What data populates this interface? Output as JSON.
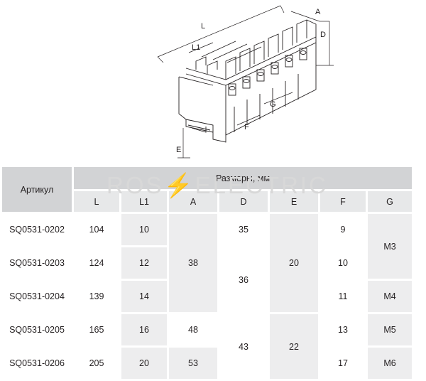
{
  "drawing": {
    "labels": {
      "L": "L",
      "L1": "L1",
      "A": "A",
      "D": "D",
      "G": "G",
      "F": "F",
      "E": "E"
    }
  },
  "watermark": {
    "left": "ROS",
    "right": "ELECTRIC"
  },
  "table": {
    "article_header": "Артикул",
    "dimensions_header": "Размеры, мм",
    "columns": [
      "L",
      "L1",
      "A",
      "D",
      "E",
      "F",
      "G"
    ],
    "rows": [
      {
        "article": "SQ0531-0202",
        "L": "104",
        "L1": "10",
        "F": "9"
      },
      {
        "article": "SQ0531-0203",
        "L": "124",
        "L1": "12",
        "F": "10"
      },
      {
        "article": "SQ0531-0204",
        "L": "139",
        "L1": "14",
        "F": "11"
      },
      {
        "article": "SQ0531-0205",
        "L": "165",
        "L1": "16",
        "F": "13"
      },
      {
        "article": "SQ0531-0206",
        "L": "205",
        "L1": "20",
        "F": "17"
      }
    ],
    "merged": {
      "A_0202_0204": "38",
      "A_0205": "48",
      "A_0206": "53",
      "D_0202": "35",
      "D_0203_0204": "36",
      "D_0205_0206": "43",
      "E_0202_0204": "20",
      "E_0205_0206": "22",
      "G_0202_0203": "M3",
      "G_0204": "M4",
      "G_0205": "M5",
      "G_0206": "M6"
    }
  }
}
